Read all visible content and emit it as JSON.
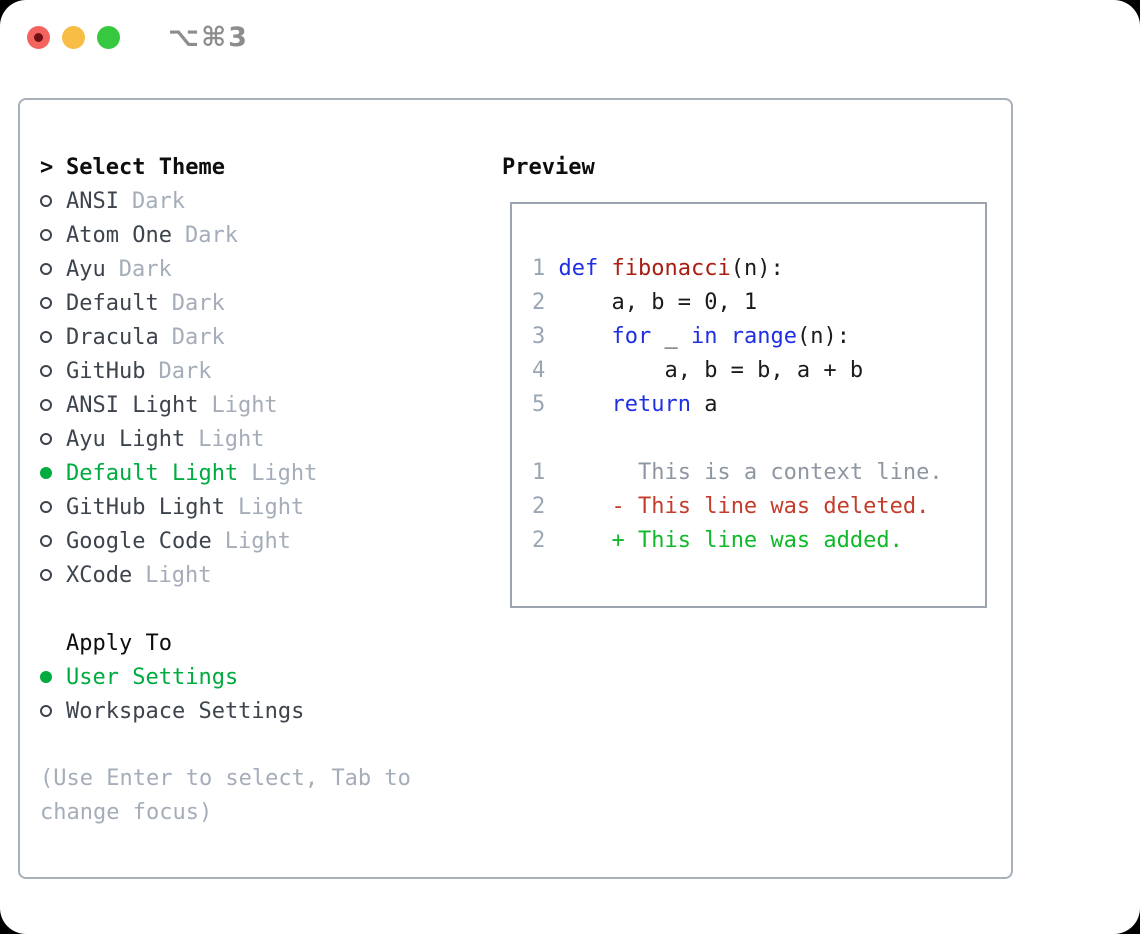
{
  "window": {
    "shortcut": "⌥⌘3"
  },
  "colors": {
    "accent_green": "#00ab3f",
    "keyword_blue": "#1f2fe3",
    "function_red": "#a91e12",
    "deleted_red": "#c43c2b",
    "added_green": "#10b929",
    "muted_gray": "#a4adb9",
    "panel_border": "#a8b0ba",
    "traffic_red": "#f4635d",
    "traffic_yellow": "#f7bd45",
    "traffic_green": "#36c93f"
  },
  "theme_selector": {
    "title_marker": ">",
    "title": "Select Theme",
    "themes": [
      {
        "name": "ANSI",
        "variant": "Dark",
        "selected": false
      },
      {
        "name": "Atom One",
        "variant": "Dark",
        "selected": false
      },
      {
        "name": "Ayu",
        "variant": "Dark",
        "selected": false
      },
      {
        "name": "Default",
        "variant": "Dark",
        "selected": false
      },
      {
        "name": "Dracula",
        "variant": "Dark",
        "selected": false
      },
      {
        "name": "GitHub",
        "variant": "Dark",
        "selected": false
      },
      {
        "name": "ANSI Light",
        "variant": "Light",
        "selected": false
      },
      {
        "name": "Ayu Light",
        "variant": "Light",
        "selected": false
      },
      {
        "name": "Default Light",
        "variant": "Light",
        "selected": true
      },
      {
        "name": "GitHub Light",
        "variant": "Light",
        "selected": false
      },
      {
        "name": "Google Code",
        "variant": "Light",
        "selected": false
      },
      {
        "name": "XCode",
        "variant": "Light",
        "selected": false
      }
    ],
    "apply_to": {
      "title": "Apply To",
      "options": [
        {
          "name": "User Settings",
          "selected": true
        },
        {
          "name": "Workspace Settings",
          "selected": false
        }
      ]
    },
    "help": "(Use Enter to select, Tab to change focus)"
  },
  "preview": {
    "title": "Preview",
    "code_lines": [
      [
        {
          "t": "1 ",
          "c": "num"
        },
        {
          "t": "def",
          "c": "kw"
        },
        {
          "t": " ",
          "c": "code"
        },
        {
          "t": "fibonacci",
          "c": "fn"
        },
        {
          "t": "(n):",
          "c": "code"
        }
      ],
      [
        {
          "t": "2 ",
          "c": "num"
        },
        {
          "t": "    a, b = 0, 1",
          "c": "code"
        }
      ],
      [
        {
          "t": "3 ",
          "c": "num"
        },
        {
          "t": "    ",
          "c": "code"
        },
        {
          "t": "for",
          "c": "kw"
        },
        {
          "t": " _ ",
          "c": "code"
        },
        {
          "t": "in",
          "c": "kw"
        },
        {
          "t": " ",
          "c": "code"
        },
        {
          "t": "range",
          "c": "kw"
        },
        {
          "t": "(n):",
          "c": "code"
        }
      ],
      [
        {
          "t": "4 ",
          "c": "num"
        },
        {
          "t": "        a, b = b, a + b",
          "c": "code"
        }
      ],
      [
        {
          "t": "5 ",
          "c": "num"
        },
        {
          "t": "    ",
          "c": "code"
        },
        {
          "t": "return",
          "c": "kw"
        },
        {
          "t": " a",
          "c": "code"
        }
      ]
    ],
    "diff_lines": [
      [
        {
          "t": "1",
          "c": "num"
        },
        {
          "t": "       This is a context line.",
          "c": "ctx"
        }
      ],
      [
        {
          "t": "2",
          "c": "num"
        },
        {
          "t": "     ",
          "c": "code"
        },
        {
          "t": "- This line was deleted.",
          "c": "del"
        }
      ],
      [
        {
          "t": "2",
          "c": "num"
        },
        {
          "t": "     ",
          "c": "code"
        },
        {
          "t": "+ This line was added.",
          "c": "add"
        }
      ]
    ]
  }
}
